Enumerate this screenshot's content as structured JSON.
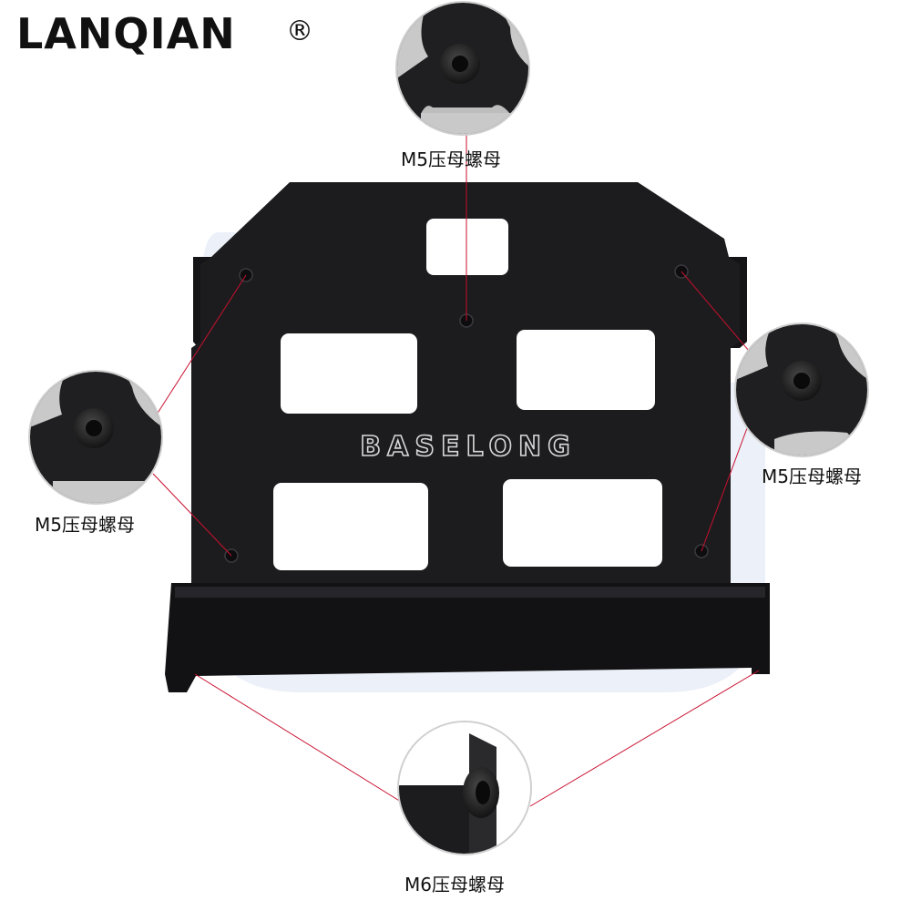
{
  "brand": {
    "name": "LANQIAN",
    "registered": "®"
  },
  "product": {
    "engraving": "BASELONG"
  },
  "callouts": {
    "top": "M5压母螺母",
    "left": "M5压母螺母",
    "right": "M5压母螺母",
    "bottom": "M6压母螺母"
  },
  "colors": {
    "plate": "#1c1c1e",
    "leader_line": "#c8102e",
    "watermark": "#dde4f2"
  }
}
